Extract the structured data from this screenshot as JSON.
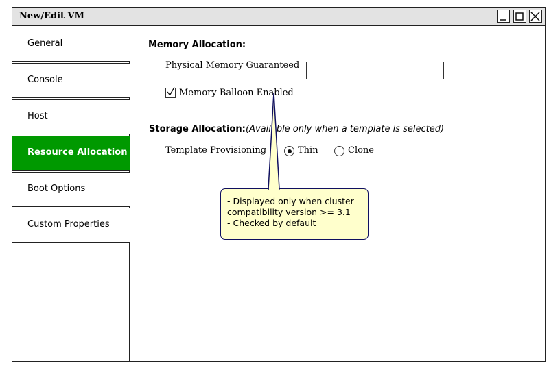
{
  "window": {
    "title": "New/Edit VM",
    "controls": {
      "minimize": "minimize-icon",
      "maximize": "maximize-icon",
      "close": "close-icon"
    }
  },
  "sidebar": {
    "items": [
      {
        "label": "General",
        "active": false
      },
      {
        "label": "Console",
        "active": false
      },
      {
        "label": "Host",
        "active": false
      },
      {
        "label": "Resource Allocation",
        "active": true
      },
      {
        "label": "Boot Options",
        "active": false
      },
      {
        "label": "Custom Properties",
        "active": false
      }
    ],
    "active_color": "#009900"
  },
  "memory": {
    "heading": "Memory Allocation:",
    "guaranteed_label": "Physical Memory Guaranteed",
    "guaranteed_value": "",
    "balloon_label": "Memory Balloon Enabled",
    "balloon_checked": true
  },
  "storage": {
    "heading": "Storage Allocation:",
    "note": "(Available only when a template is selected)",
    "provisioning_label": "Template Provisioning",
    "options": [
      {
        "label": "Thin",
        "selected": true
      },
      {
        "label": "Clone",
        "selected": false
      }
    ]
  },
  "annotation": {
    "text": "- Displayed only when cluster\ncompatibility version >= 3.1\n- Checked by default",
    "background": "#ffffcc",
    "border": "#101060"
  }
}
